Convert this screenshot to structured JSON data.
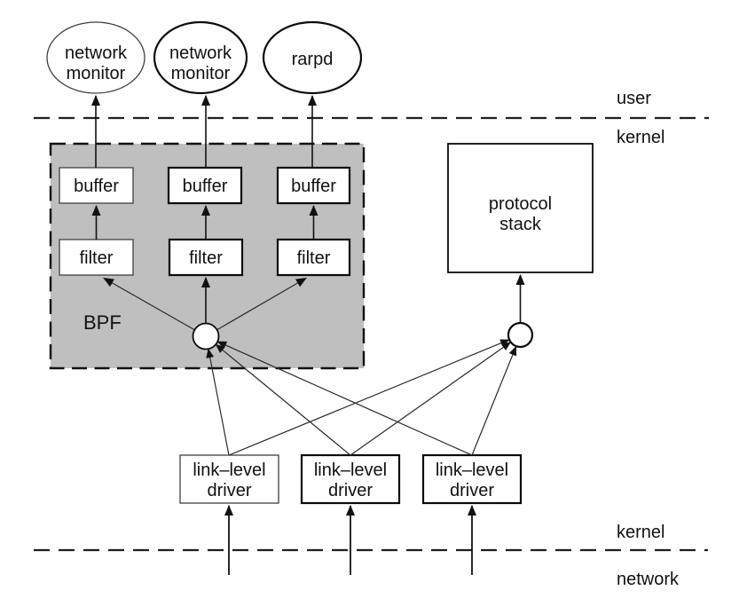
{
  "colors": {
    "bpf_fill": "#bfbfbf",
    "stroke": "#111111",
    "background": "#ffffff"
  },
  "processes": [
    {
      "line1": "network",
      "line2": "monitor"
    },
    {
      "line1": "network",
      "line2": "monitor"
    },
    {
      "line1": "rarpd"
    }
  ],
  "bpf": {
    "label": "BPF",
    "buffers": [
      "buffer",
      "buffer",
      "buffer"
    ],
    "filters": [
      "filter",
      "filter",
      "filter"
    ]
  },
  "protocol_stack": {
    "line1": "protocol",
    "line2": "stack"
  },
  "drivers": [
    {
      "line1": "link–level",
      "line2": "driver"
    },
    {
      "line1": "link–level",
      "line2": "driver"
    },
    {
      "line1": "link–level",
      "line2": "driver"
    }
  ],
  "regions": {
    "user": "user",
    "kernel_top": "kernel",
    "kernel_bottom": "kernel",
    "network": "network"
  }
}
